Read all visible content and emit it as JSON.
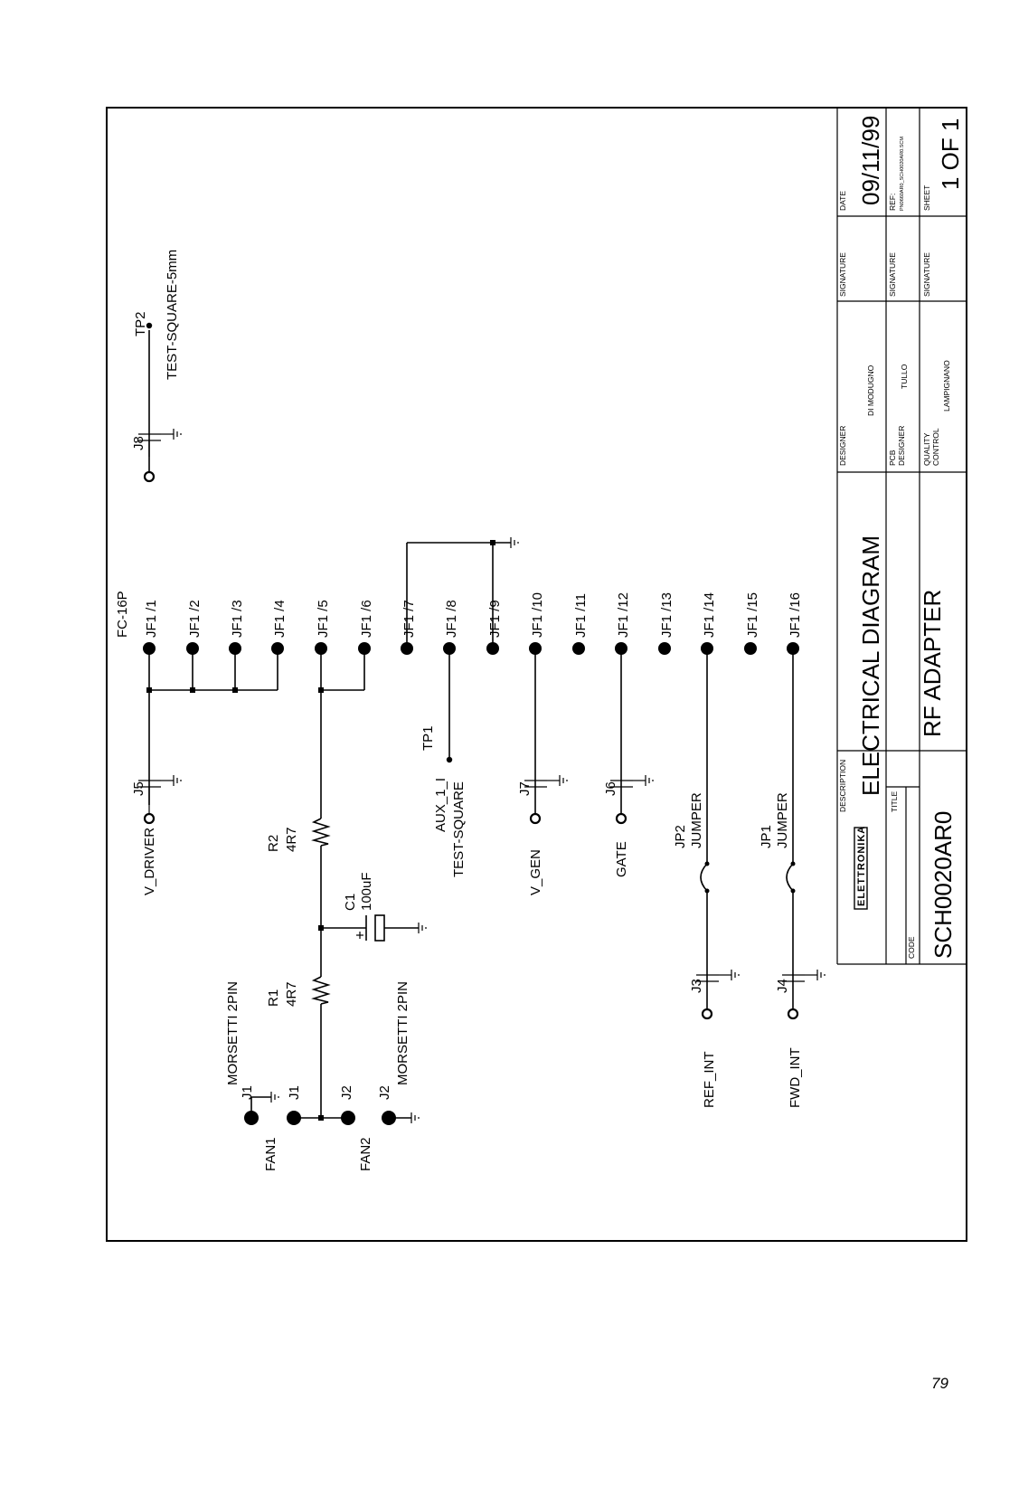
{
  "schematic": {
    "connector": {
      "ref": "FC-16P",
      "pins": [
        "JF1 /1",
        "JF1 /2",
        "JF1 /3",
        "JF1 /4",
        "JF1 /5",
        "JF1 /6",
        "JF1 /7",
        "JF1 /8",
        "JF1 /9",
        "JF1 /10",
        "JF1 /11",
        "JF1 /12",
        "JF1 /13",
        "JF1 /14",
        "JF1 /15",
        "JF1 /16"
      ]
    },
    "tp2": {
      "ref": "TP2",
      "type": "TEST-SQUARE-5mm"
    },
    "tp1": {
      "ref": "TP1",
      "net": "AUX_1_I",
      "type": "TEST-SQUARE"
    },
    "refs": {
      "j8": "J8",
      "j5": "J5",
      "j7": "J7",
      "j6": "J6",
      "j3": "J3",
      "j4": "J4",
      "jp2": "JP2",
      "jp1": "JP1",
      "j1": "J1",
      "j2": "J2"
    },
    "nets": {
      "v_driver": "V_DRIVER",
      "v_gen": "V_GEN",
      "gate": "GATE",
      "ref_int": "REF_INT",
      "fwd_int": "FWD_INT",
      "fan1": "FAN1",
      "fan2": "FAN2"
    },
    "jumper": "JUMPER",
    "r1": {
      "ref": "R1",
      "value": "4R7"
    },
    "r2": {
      "ref": "R2",
      "value": "4R7"
    },
    "c1": {
      "ref": "C1",
      "value": "100uF"
    },
    "morsetti": "MORSETTI 2PIN"
  },
  "title_block": {
    "logo": "ELETTRONIKA",
    "description_label": "DESCRIPTION",
    "description": "ELECTRICAL DIAGRAM",
    "title_label": "TITLE",
    "title": "RF ADAPTER",
    "code_label": "CODE",
    "code": "SCH0020AR0",
    "designer_label": "DESIGNER",
    "designer": "DI MODUGNO",
    "pcb_designer_label_1": "PCB",
    "pcb_designer_label_2": "DESIGNER",
    "pcb_designer": "TULLO",
    "quality_label_1": "QUALITY",
    "quality_label_2": "CONTROL",
    "quality": "LAMPIGNANO",
    "signature_label": "SIGNATURE",
    "date_label": "DATE",
    "date": "09/11/99",
    "ref_label": "REF:",
    "ref": "PN0660AR0_SCH0020AR0.SCM",
    "sheet_label": "SHEET",
    "sheet": "1 OF 1"
  },
  "page_number": "79"
}
